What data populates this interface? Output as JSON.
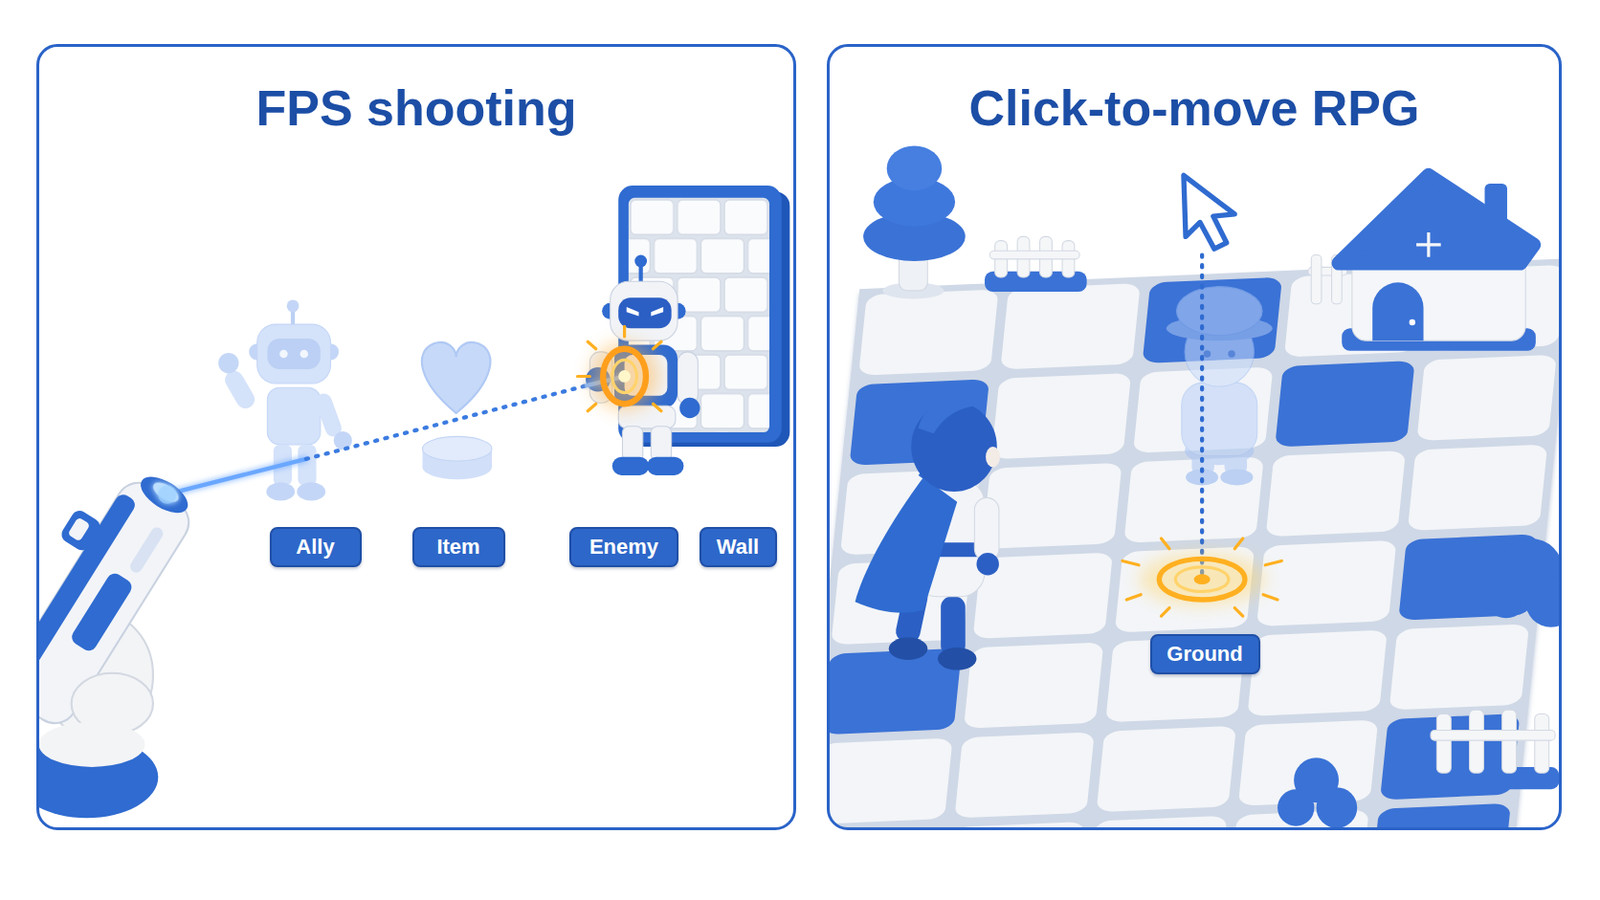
{
  "diagram": {
    "nodes": [
      {
        "text": [
          "FPS shooting"
        ]
      },
      {
        "text": [
          "Ally"
        ],
        "in": 0
      },
      {
        "text": [
          "Item"
        ],
        "in": 0
      },
      {
        "text": [
          "Enemy"
        ],
        "in": 0
      },
      {
        "text": [
          "Wall"
        ],
        "in": 0
      },
      {
        "text": [
          "Click-to-move RPG"
        ]
      },
      {
        "text": [
          "Ground"
        ],
        "in": 5
      }
    ]
  }
}
